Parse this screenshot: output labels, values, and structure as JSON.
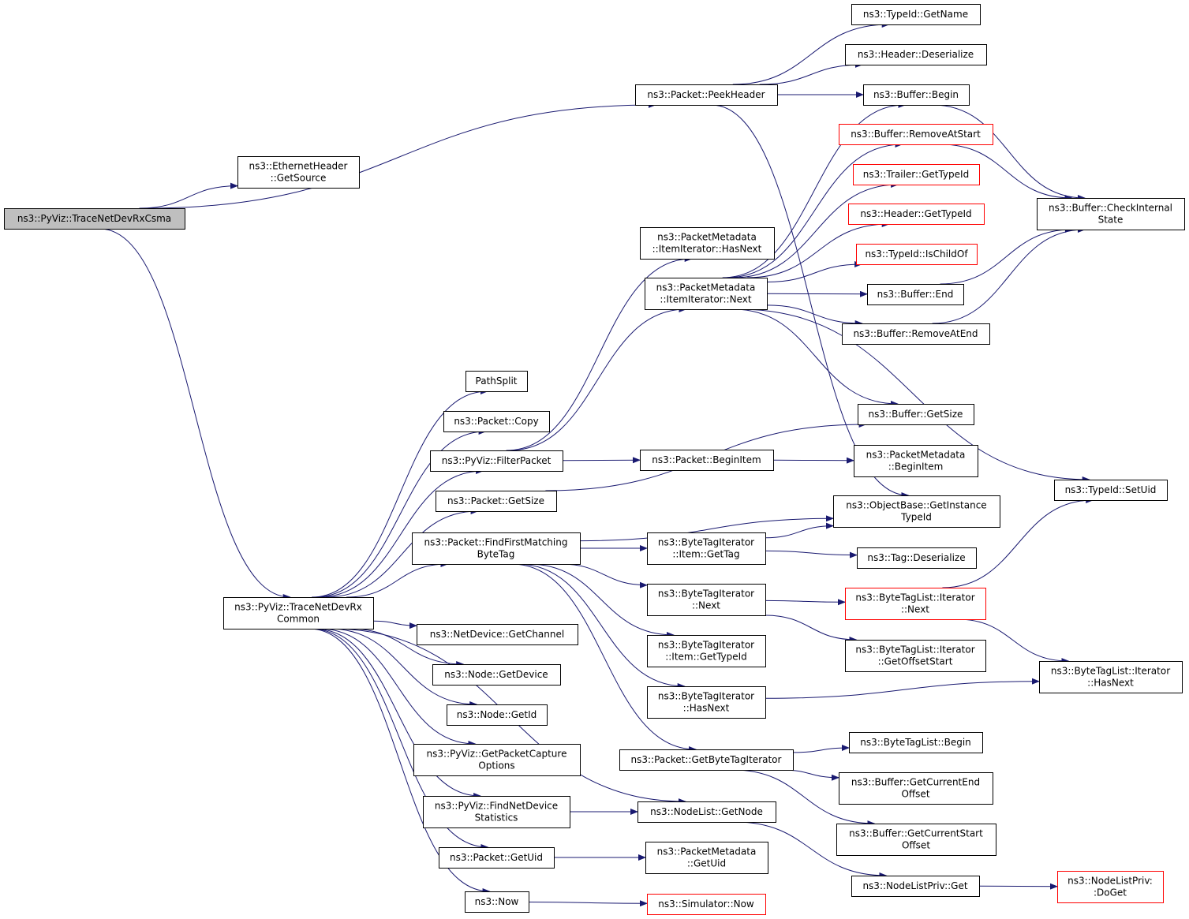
{
  "colors": {
    "node_fill": "#ffffff",
    "node_stroke": "#000000",
    "node_stroke_truncated": "#ff0000",
    "root_fill": "#bfbfbf",
    "edge": "#191970"
  },
  "nodes": [
    {
      "id": "n0",
      "lines": [
        "ns3::PyViz::TraceNetDevRxCsma"
      ],
      "style": "root"
    },
    {
      "id": "n1",
      "lines": [
        "ns3::EthernetHeader",
        "::GetSource"
      ]
    },
    {
      "id": "n2",
      "lines": [
        "ns3::Packet::PeekHeader"
      ]
    },
    {
      "id": "n3",
      "lines": [
        "ns3::PyViz::TraceNetDevRx",
        "Common"
      ]
    },
    {
      "id": "n4",
      "lines": [
        "ns3::TypeId::GetName"
      ]
    },
    {
      "id": "n5",
      "lines": [
        "ns3::Header::Deserialize"
      ]
    },
    {
      "id": "n6",
      "lines": [
        "ns3::Buffer::Begin"
      ]
    },
    {
      "id": "n7",
      "lines": [
        "ns3::ObjectBase::GetInstance",
        "TypeId"
      ]
    },
    {
      "id": "n8",
      "lines": [
        "ns3::Buffer::CheckInternal",
        "State"
      ]
    },
    {
      "id": "n9",
      "lines": [
        "PathSplit"
      ]
    },
    {
      "id": "n10",
      "lines": [
        "ns3::Packet::Copy"
      ]
    },
    {
      "id": "n11",
      "lines": [
        "ns3::PyViz::FilterPacket"
      ]
    },
    {
      "id": "n12",
      "lines": [
        "ns3::Packet::GetSize"
      ]
    },
    {
      "id": "n13",
      "lines": [
        "ns3::Packet::FindFirstMatching",
        "ByteTag"
      ]
    },
    {
      "id": "n14",
      "lines": [
        "ns3::NetDevice::GetChannel"
      ]
    },
    {
      "id": "n15",
      "lines": [
        "ns3::Node::GetDevice"
      ]
    },
    {
      "id": "n16",
      "lines": [
        "ns3::Node::GetId"
      ]
    },
    {
      "id": "n17",
      "lines": [
        "ns3::PyViz::GetPacketCapture",
        "Options"
      ]
    },
    {
      "id": "n18",
      "lines": [
        "ns3::PyViz::FindNetDevice",
        "Statistics"
      ]
    },
    {
      "id": "n19",
      "lines": [
        "ns3::Packet::GetUid"
      ]
    },
    {
      "id": "n20",
      "lines": [
        "ns3::Now"
      ]
    },
    {
      "id": "n21",
      "lines": [
        "ns3::Simulator::Now"
      ],
      "style": "truncated"
    },
    {
      "id": "n22",
      "lines": [
        "ns3::PacketMetadata",
        "::ItemIterator::HasNext"
      ]
    },
    {
      "id": "n23",
      "lines": [
        "ns3::PacketMetadata",
        "::ItemIterator::Next"
      ]
    },
    {
      "id": "n24",
      "lines": [
        "ns3::Packet::BeginItem"
      ]
    },
    {
      "id": "n25",
      "lines": [
        "ns3::Buffer::RemoveAtStart"
      ],
      "style": "truncated"
    },
    {
      "id": "n26",
      "lines": [
        "ns3::Trailer::GetTypeId"
      ],
      "style": "truncated"
    },
    {
      "id": "n27",
      "lines": [
        "ns3::Header::GetTypeId"
      ],
      "style": "truncated"
    },
    {
      "id": "n28",
      "lines": [
        "ns3::TypeId::IsChildOf"
      ],
      "style": "truncated"
    },
    {
      "id": "n29",
      "lines": [
        "ns3::Buffer::End"
      ]
    },
    {
      "id": "n30",
      "lines": [
        "ns3::Buffer::RemoveAtEnd"
      ]
    },
    {
      "id": "n31",
      "lines": [
        "ns3::Buffer::GetSize"
      ]
    },
    {
      "id": "n32",
      "lines": [
        "ns3::TypeId::SetUid"
      ]
    },
    {
      "id": "n33",
      "lines": [
        "ns3::PacketMetadata",
        "::BeginItem"
      ]
    },
    {
      "id": "n34",
      "lines": [
        "ns3::ByteTagIterator",
        "::Item::GetTag"
      ]
    },
    {
      "id": "n35",
      "lines": [
        "ns3::ByteTagIterator",
        "::Next"
      ]
    },
    {
      "id": "n36",
      "lines": [
        "ns3::ByteTagIterator",
        "::Item::GetTypeId"
      ]
    },
    {
      "id": "n37",
      "lines": [
        "ns3::ByteTagIterator",
        "::HasNext"
      ]
    },
    {
      "id": "n38",
      "lines": [
        "ns3::Packet::GetByteTagIterator"
      ]
    },
    {
      "id": "n39",
      "lines": [
        "ns3::NodeList::GetNode"
      ]
    },
    {
      "id": "n40",
      "lines": [
        "ns3::Tag::Deserialize"
      ]
    },
    {
      "id": "n41",
      "lines": [
        "ns3::ByteTagList::Iterator",
        "::Next"
      ],
      "style": "truncated"
    },
    {
      "id": "n42",
      "lines": [
        "ns3::ByteTagList::Iterator",
        "::GetOffsetStart"
      ]
    },
    {
      "id": "n43",
      "lines": [
        "ns3::ByteTagList::Iterator",
        "::HasNext"
      ]
    },
    {
      "id": "n44",
      "lines": [
        "ns3::ByteTagList::Begin"
      ]
    },
    {
      "id": "n45",
      "lines": [
        "ns3::Buffer::GetCurrentEnd",
        "Offset"
      ]
    },
    {
      "id": "n46",
      "lines": [
        "ns3::Buffer::GetCurrentStart",
        "Offset"
      ]
    },
    {
      "id": "n47",
      "lines": [
        "ns3::NodeListPriv::Get"
      ]
    },
    {
      "id": "n48",
      "lines": [
        "ns3::PacketMetadata",
        "::GetUid"
      ]
    },
    {
      "id": "n49",
      "lines": [
        "ns3::NodeListPriv:",
        ":DoGet"
      ],
      "style": "truncated"
    }
  ],
  "edges": [
    [
      "n0",
      "n1"
    ],
    [
      "n0",
      "n2"
    ],
    [
      "n0",
      "n3"
    ],
    [
      "n2",
      "n4"
    ],
    [
      "n2",
      "n5"
    ],
    [
      "n2",
      "n6"
    ],
    [
      "n2",
      "n7"
    ],
    [
      "n6",
      "n8"
    ],
    [
      "n3",
      "n9"
    ],
    [
      "n3",
      "n10"
    ],
    [
      "n3",
      "n11"
    ],
    [
      "n3",
      "n12"
    ],
    [
      "n3",
      "n13"
    ],
    [
      "n3",
      "n14"
    ],
    [
      "n3",
      "n15"
    ],
    [
      "n3",
      "n16"
    ],
    [
      "n3",
      "n17"
    ],
    [
      "n3",
      "n18"
    ],
    [
      "n3",
      "n19"
    ],
    [
      "n3",
      "n20"
    ],
    [
      "n3",
      "n39"
    ],
    [
      "n11",
      "n22"
    ],
    [
      "n11",
      "n23"
    ],
    [
      "n11",
      "n24"
    ],
    [
      "n23",
      "n6"
    ],
    [
      "n23",
      "n25"
    ],
    [
      "n23",
      "n26"
    ],
    [
      "n23",
      "n27"
    ],
    [
      "n23",
      "n28"
    ],
    [
      "n23",
      "n29"
    ],
    [
      "n23",
      "n30"
    ],
    [
      "n23",
      "n31"
    ],
    [
      "n23",
      "n32"
    ],
    [
      "n25",
      "n8"
    ],
    [
      "n29",
      "n8"
    ],
    [
      "n30",
      "n8"
    ],
    [
      "n24",
      "n33"
    ],
    [
      "n12",
      "n31"
    ],
    [
      "n13",
      "n7"
    ],
    [
      "n13",
      "n34"
    ],
    [
      "n13",
      "n35"
    ],
    [
      "n13",
      "n36"
    ],
    [
      "n13",
      "n37"
    ],
    [
      "n13",
      "n38"
    ],
    [
      "n34",
      "n7"
    ],
    [
      "n34",
      "n40"
    ],
    [
      "n35",
      "n41"
    ],
    [
      "n35",
      "n42"
    ],
    [
      "n41",
      "n32"
    ],
    [
      "n41",
      "n43"
    ],
    [
      "n37",
      "n43"
    ],
    [
      "n38",
      "n44"
    ],
    [
      "n38",
      "n45"
    ],
    [
      "n38",
      "n46"
    ],
    [
      "n18",
      "n39"
    ],
    [
      "n39",
      "n47"
    ],
    [
      "n47",
      "n49"
    ],
    [
      "n19",
      "n48"
    ],
    [
      "n20",
      "n21"
    ]
  ]
}
